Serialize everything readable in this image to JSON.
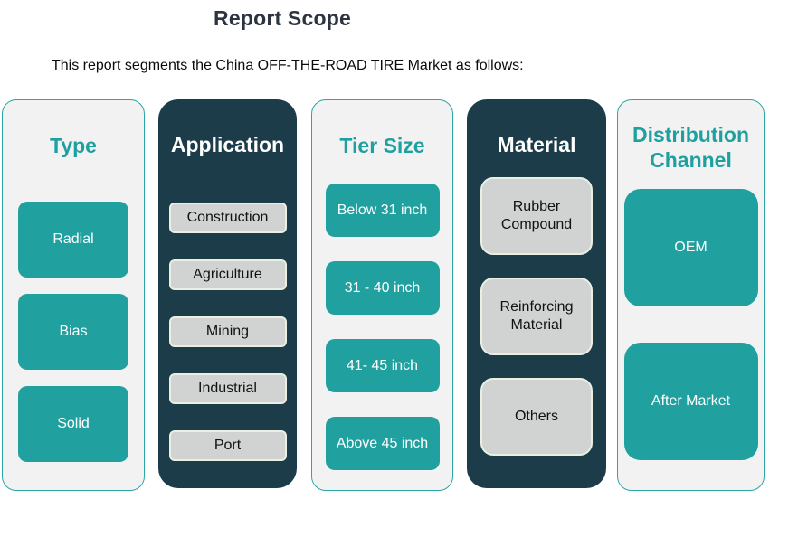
{
  "title": "Report Scope",
  "subtitle": "This report segments the China OFF-THE-ROAD TIRE Market as follows:",
  "colors": {
    "teal_accent": "#21A0A0",
    "dark_column": "#1C3C4A",
    "light_column_bg": "#F2F2F2",
    "light_column_border": "#2AA6A6",
    "grey_box_fill": "#D0D3D2",
    "grey_box_border": "#E9EFE2",
    "title_text": "#2B3440"
  },
  "columns": [
    {
      "title": "Type",
      "style": "light",
      "items": [
        "Radial",
        "Bias",
        "Solid"
      ]
    },
    {
      "title": "Application",
      "style": "dark",
      "items": [
        "Construction",
        "Agriculture",
        "Mining",
        "Industrial",
        "Port"
      ]
    },
    {
      "title": "Tier Size",
      "style": "light",
      "items": [
        "Below 31 inch",
        "31 - 40 inch",
        "41- 45 inch",
        "Above 45 inch"
      ]
    },
    {
      "title": "Material",
      "style": "dark",
      "items": [
        "Rubber Compound",
        "Reinforcing Material",
        "Others"
      ]
    },
    {
      "title": "Distribution Channel",
      "style": "light",
      "items": [
        "OEM",
        "After Market"
      ]
    }
  ]
}
